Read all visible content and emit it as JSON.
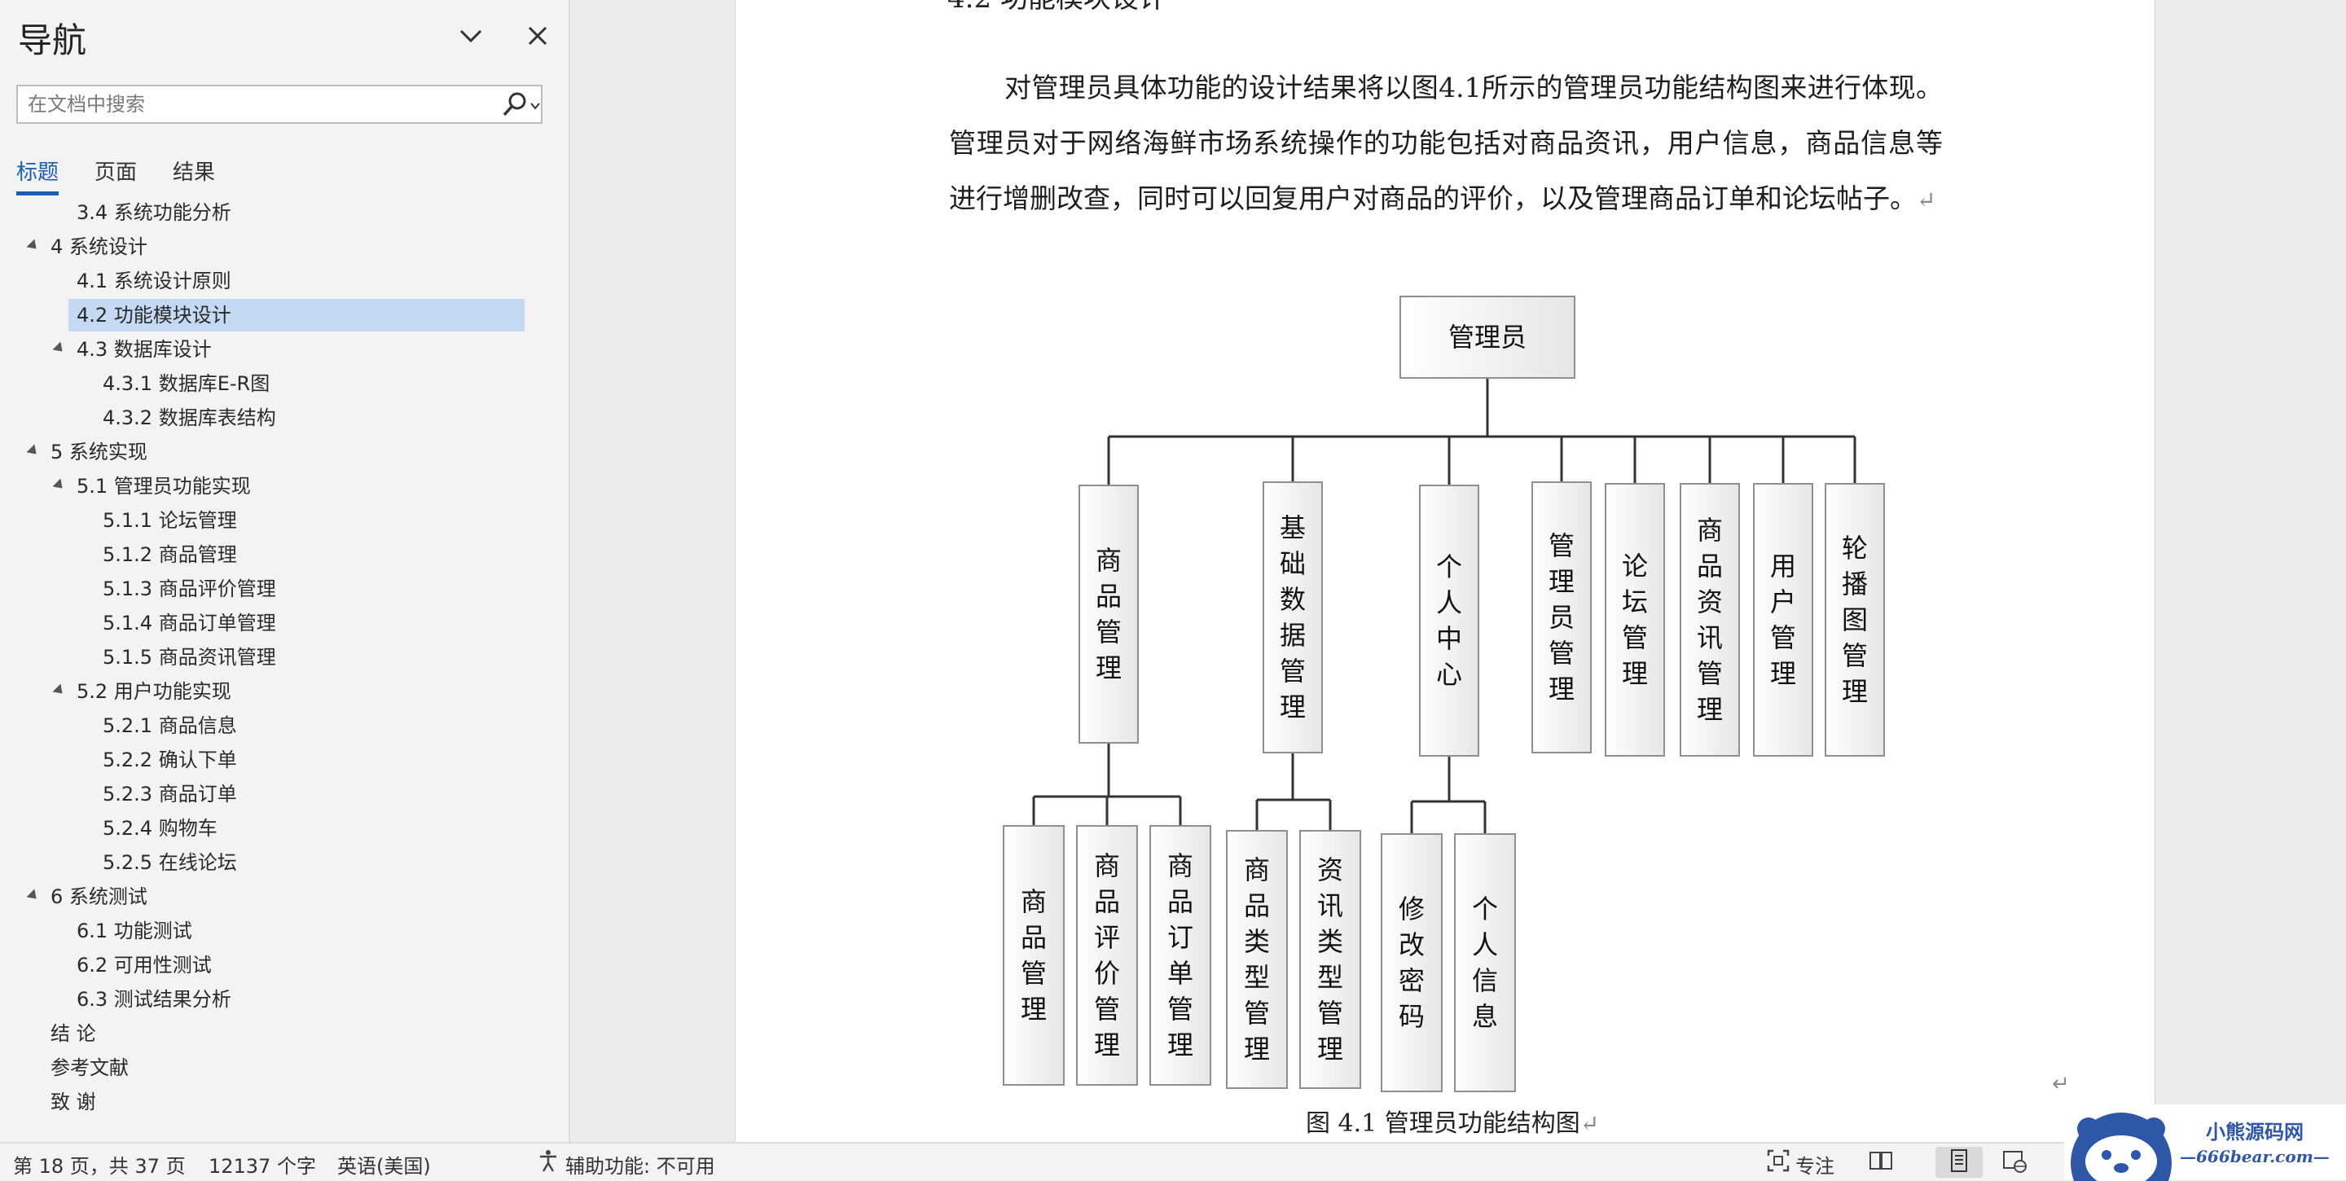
{
  "nav": {
    "title": "导航",
    "search_placeholder": "在文档中搜索",
    "tabs": [
      {
        "label": "标题",
        "active": true
      },
      {
        "label": "页面",
        "active": false
      },
      {
        "label": "结果",
        "active": false
      }
    ],
    "items": [
      {
        "label": "3.4 系统功能分析",
        "level": 2,
        "expanded": null,
        "selected": false
      },
      {
        "label": "4 系统设计",
        "level": 1,
        "expanded": true,
        "selected": false
      },
      {
        "label": "4.1 系统设计原则",
        "level": 2,
        "expanded": null,
        "selected": false
      },
      {
        "label": "4.2 功能模块设计",
        "level": 2,
        "expanded": null,
        "selected": true
      },
      {
        "label": "4.3 数据库设计",
        "level": 2,
        "expanded": true,
        "selected": false
      },
      {
        "label": "4.3.1 数据库E-R图",
        "level": 3,
        "expanded": null,
        "selected": false
      },
      {
        "label": "4.3.2 数据库表结构",
        "level": 3,
        "expanded": null,
        "selected": false
      },
      {
        "label": "5 系统实现",
        "level": 1,
        "expanded": true,
        "selected": false
      },
      {
        "label": "5.1 管理员功能实现",
        "level": 2,
        "expanded": true,
        "selected": false
      },
      {
        "label": "5.1.1 论坛管理",
        "level": 3,
        "expanded": null,
        "selected": false
      },
      {
        "label": "5.1.2 商品管理",
        "level": 3,
        "expanded": null,
        "selected": false
      },
      {
        "label": "5.1.3 商品评价管理",
        "level": 3,
        "expanded": null,
        "selected": false
      },
      {
        "label": "5.1.4 商品订单管理",
        "level": 3,
        "expanded": null,
        "selected": false
      },
      {
        "label": "5.1.5 商品资讯管理",
        "level": 3,
        "expanded": null,
        "selected": false
      },
      {
        "label": "5.2 用户功能实现",
        "level": 2,
        "expanded": true,
        "selected": false
      },
      {
        "label": "5.2.1 商品信息",
        "level": 3,
        "expanded": null,
        "selected": false
      },
      {
        "label": "5.2.2 确认下单",
        "level": 3,
        "expanded": null,
        "selected": false
      },
      {
        "label": "5.2.3 商品订单",
        "level": 3,
        "expanded": null,
        "selected": false
      },
      {
        "label": "5.2.4 购物车",
        "level": 3,
        "expanded": null,
        "selected": false
      },
      {
        "label": "5.2.5 在线论坛",
        "level": 3,
        "expanded": null,
        "selected": false
      },
      {
        "label": "6 系统测试",
        "level": 1,
        "expanded": true,
        "selected": false
      },
      {
        "label": "6.1 功能测试",
        "level": 2,
        "expanded": null,
        "selected": false
      },
      {
        "label": "6.2 可用性测试",
        "level": 2,
        "expanded": null,
        "selected": false
      },
      {
        "label": "6.3 测试结果分析",
        "level": 2,
        "expanded": null,
        "selected": false
      },
      {
        "label": "结 论",
        "level": 1,
        "expanded": null,
        "selected": false
      },
      {
        "label": "参考文献",
        "level": 1,
        "expanded": null,
        "selected": false
      },
      {
        "label": "致 谢",
        "level": 1,
        "expanded": null,
        "selected": false
      }
    ]
  },
  "doc": {
    "top_fragment": "4.2 功能模块设计",
    "paragraph": "对管理员具体功能的设计结果将以图4.1所示的管理员功能结构图来进行体现。管理员对于网络海鲜市场系统操作的功能包括对商品资讯，用户信息，商品信息等进行增删改查，同时可以回复用户对商品的评价，以及管理商品订单和论坛帖子。",
    "return_mark": "↵",
    "caption": "图 4.1  管理员功能结构图",
    "diagram": {
      "root": "管理员",
      "children": [
        {
          "label": "商品管理",
          "children": [
            "商品管理",
            "商品评价管理",
            "商品订单管理"
          ]
        },
        {
          "label": "基础数据管理",
          "children": [
            "商品类型管理",
            "资讯类型管理"
          ]
        },
        {
          "label": "个人中心",
          "children": [
            "修改密码",
            "个人信息"
          ]
        },
        {
          "label": "管理员管理",
          "children": []
        },
        {
          "label": "论坛管理",
          "children": []
        },
        {
          "label": "商品资讯管理",
          "children": []
        },
        {
          "label": "用户管理",
          "children": []
        },
        {
          "label": "轮播图管理",
          "children": []
        }
      ]
    }
  },
  "status": {
    "page_info": "第 18 页，共 37 页",
    "word_count": "12137 个字",
    "language": "英语(美国)",
    "accessibility": "辅助功能: 不可用",
    "focus": "专注"
  },
  "watermark": {
    "line1": "小熊源码网",
    "line2": "—666bear.com—"
  },
  "colors": {
    "accent": "#1a5fb4",
    "selected_bg": "#c6d9f3",
    "pane_bg": "#f3f3f3",
    "doc_bg": "#ececec"
  }
}
